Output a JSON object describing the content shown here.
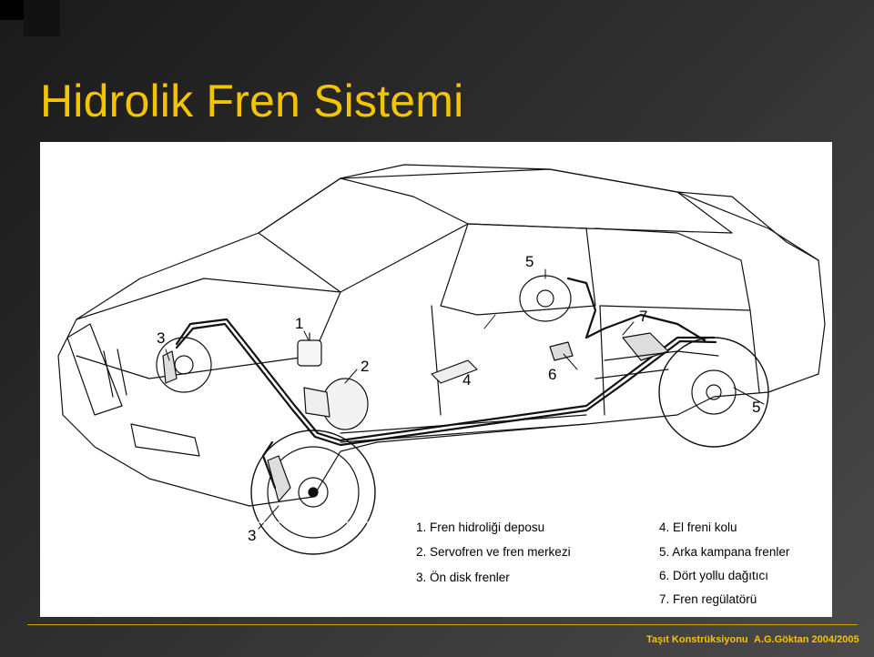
{
  "title": "Hidrolik Fren Sistemi",
  "callouts": {
    "c1": "1",
    "c2": "2",
    "c3a": "3",
    "c3b": "3",
    "c4": "4",
    "c5a": "5",
    "c5b": "5",
    "c6": "6",
    "c7": "7"
  },
  "legend": {
    "left": [
      "1. Fren hidroliği deposu",
      "2. Servofren ve fren merkezi",
      "3. Ön disk frenler"
    ],
    "right": [
      "4. El freni kolu",
      "5. Arka kampana frenler",
      "6. Dört yollu dağıtıcı",
      "7. Fren regülatörü"
    ]
  },
  "footer": {
    "course": "Taşıt Konstrüksiyonu",
    "author": "A.G.Göktan 2004/2005"
  },
  "colors": {
    "title": "#f5c400",
    "footer": "#f5c400",
    "background": "#2c2c2c"
  }
}
